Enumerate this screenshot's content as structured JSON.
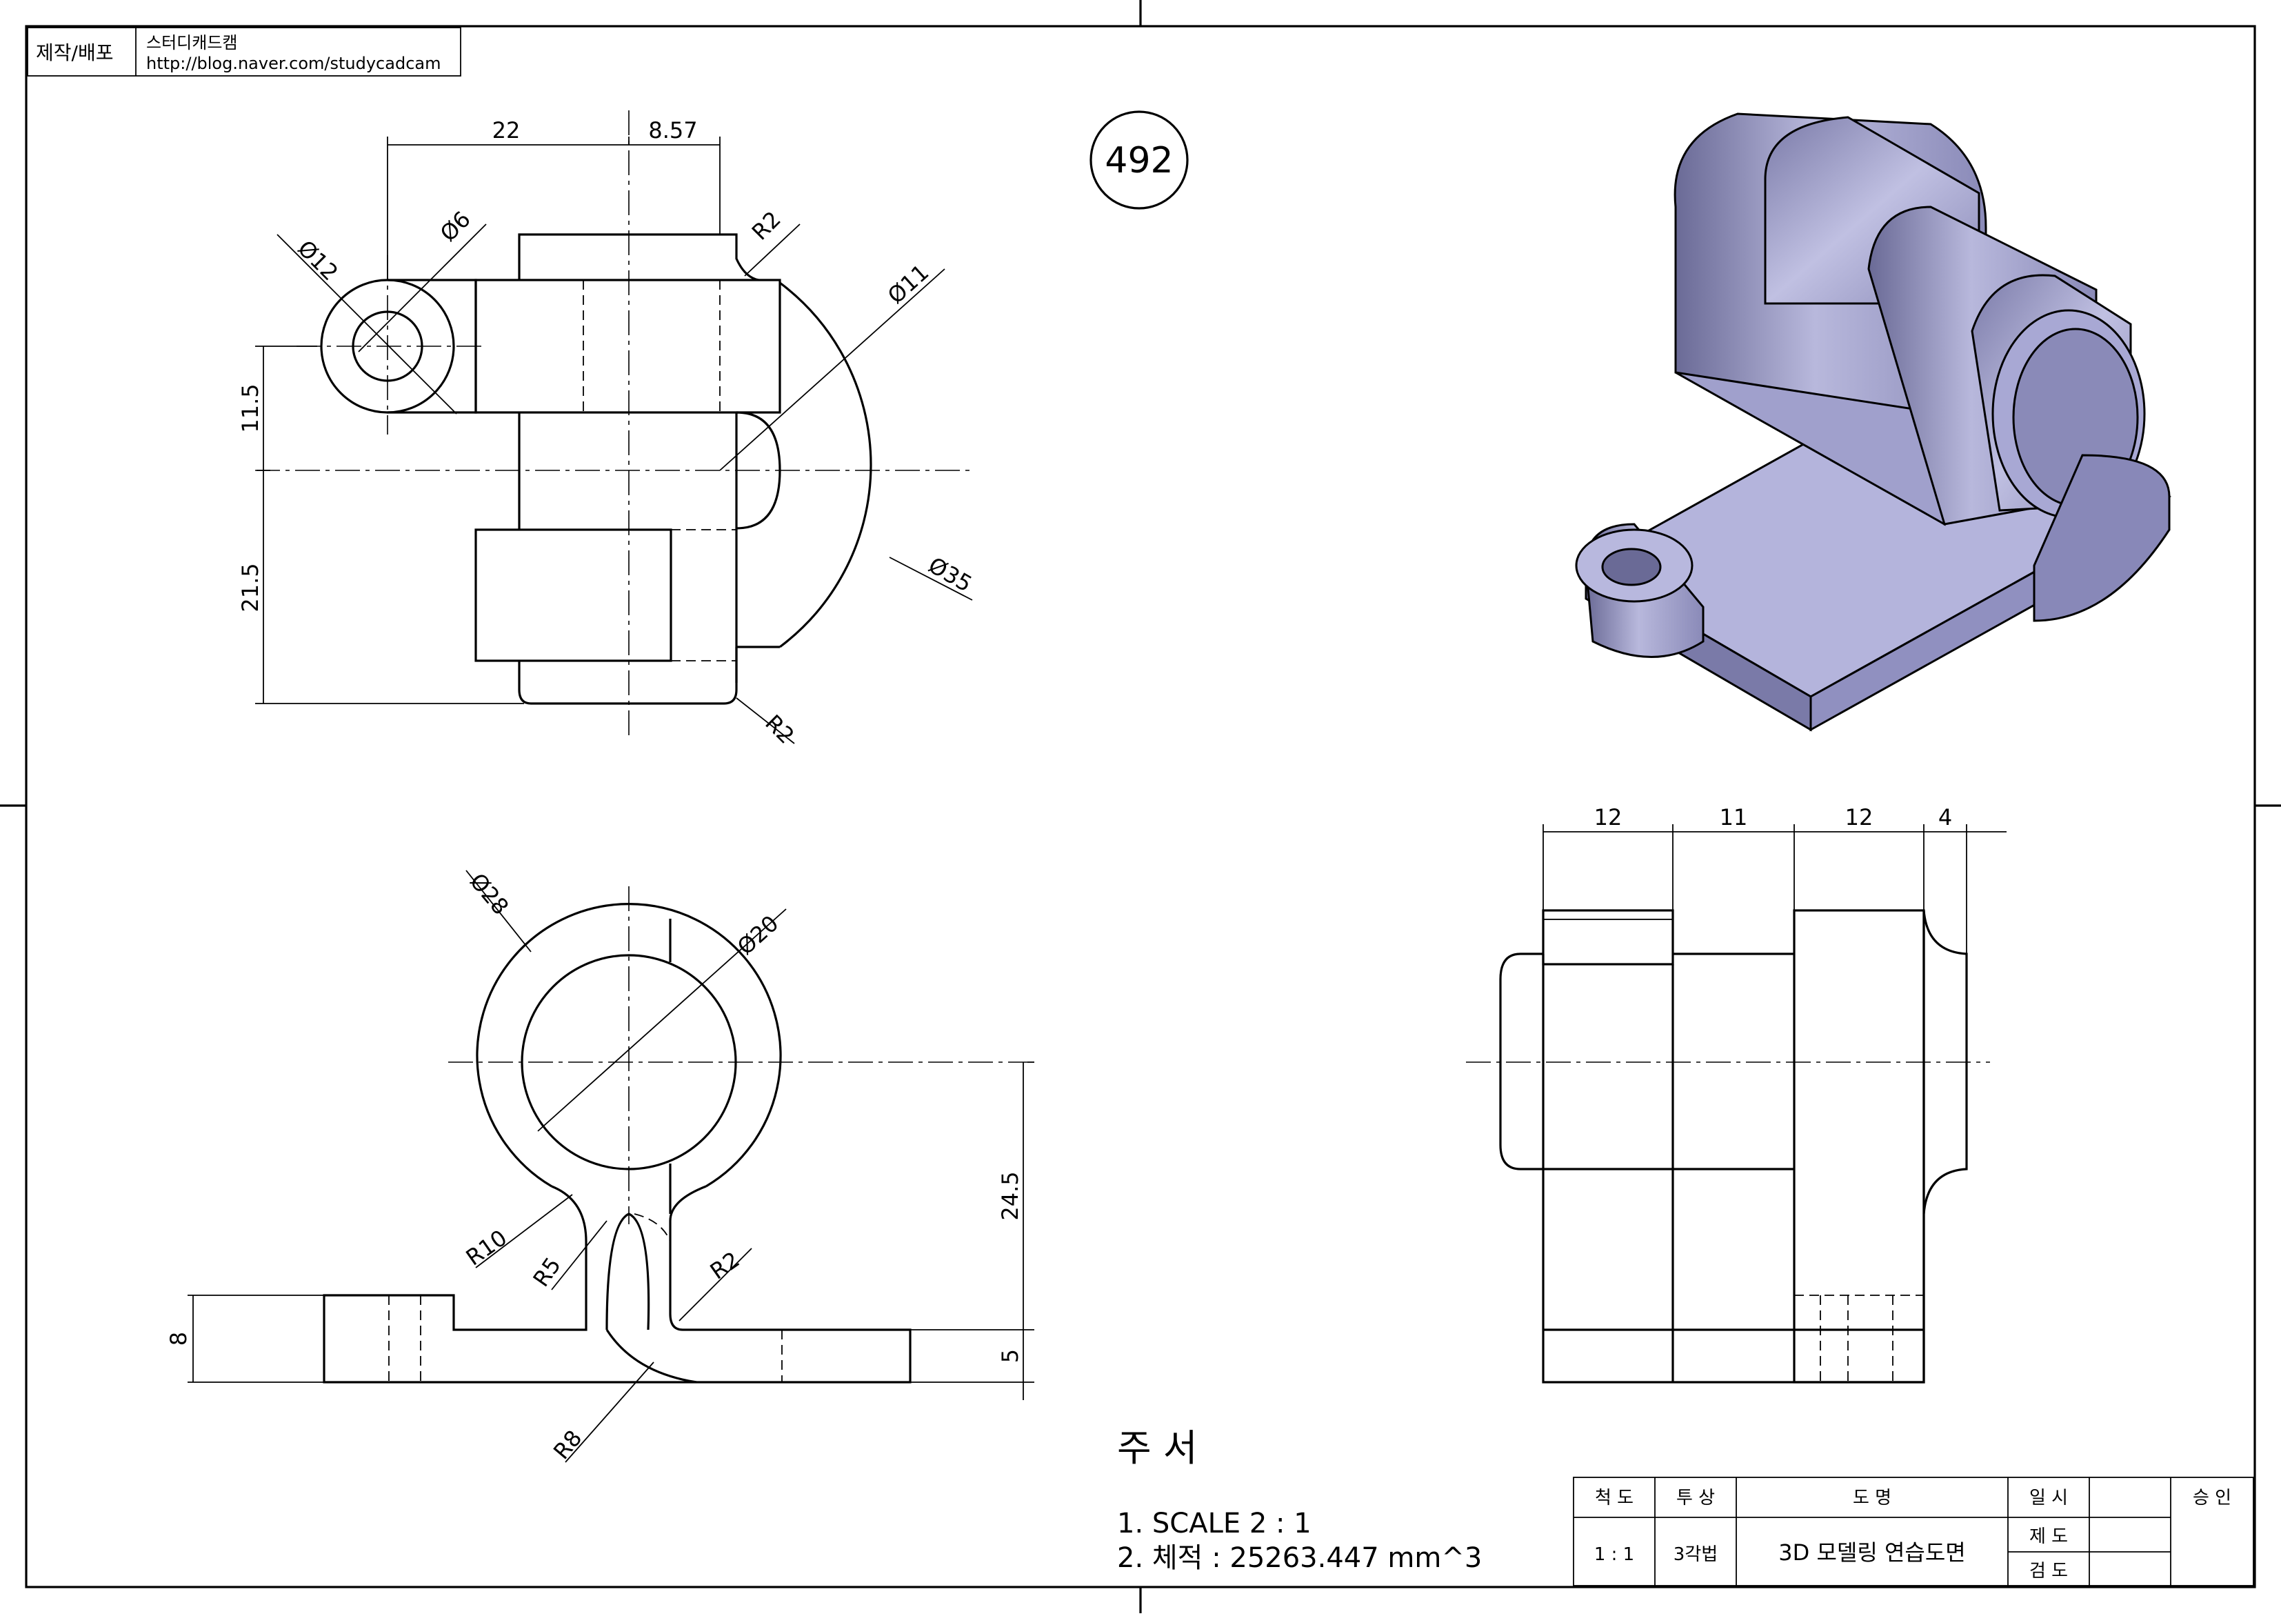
{
  "header": {
    "label": "제작/배포",
    "brand": "스터디캐드캠",
    "url": "http://blog.naver.com/studycadcam"
  },
  "drawing_number": "492",
  "front_view": {
    "dims": [
      "22",
      "8.57",
      "Ø12",
      "Ø6",
      "R2",
      "Ø11",
      "11.5",
      "21.5",
      "Ø35",
      "R2"
    ]
  },
  "top_view": {
    "dims": [
      "Ø28",
      "Ø20",
      "R10",
      "R5",
      "R2",
      "R8",
      "24.5",
      "8",
      "5"
    ]
  },
  "side_view": {
    "dims": [
      "12",
      "11",
      "12",
      "4"
    ]
  },
  "notes": {
    "title": "주 서",
    "line1": "1. SCALE 2 : 1",
    "line2": "2. 체적 : 25263.447 mm^3"
  },
  "title_block": {
    "h_scale": "척 도",
    "h_projection": "투 상",
    "h_name": "도 명",
    "h_date": "일 시",
    "h_approve": "승 인",
    "scale": "1 : 1",
    "projection": "3각법",
    "name": "3D 모델링 연습도면",
    "drawn": "제 도",
    "checked": "검 도"
  },
  "colors": {
    "line": "#000000",
    "model_light": "#b8b8dc",
    "model_mid": "#9a9ac6",
    "model_dark": "#6a6a96"
  }
}
